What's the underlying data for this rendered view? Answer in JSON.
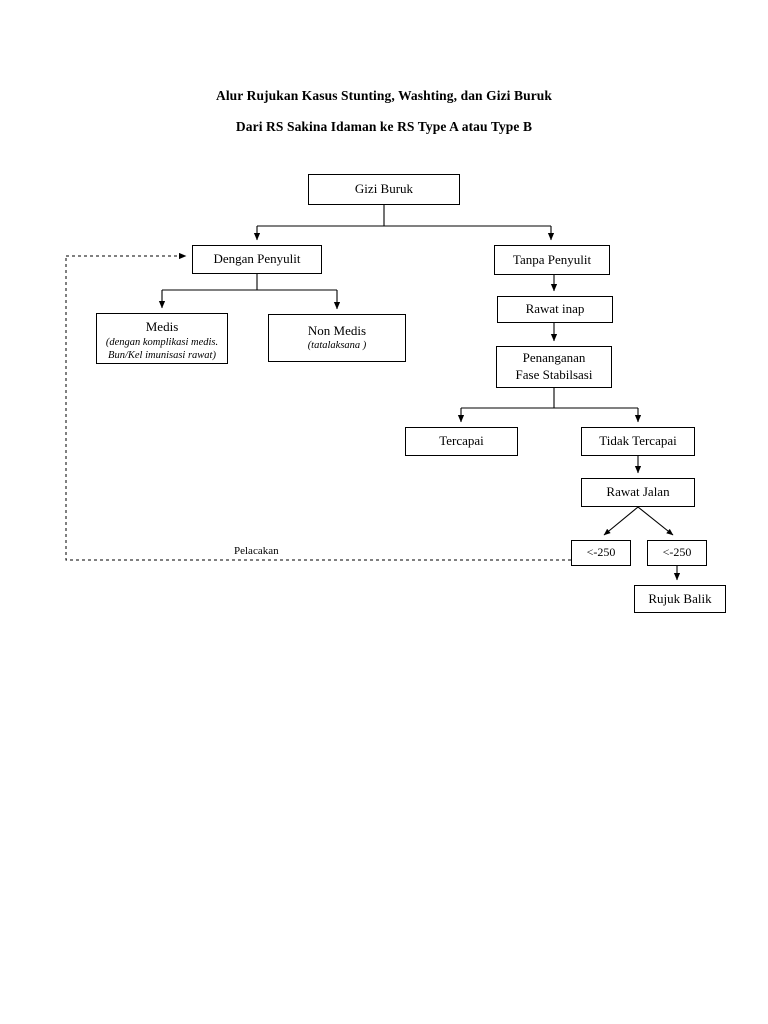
{
  "title": {
    "line1": "Alur Rujukan Kasus Stunting, Washting, dan Gizi Buruk",
    "line2": "Dari RS Sakina Idaman ke RS Type A atau Type B"
  },
  "nodes": {
    "gizi_buruk": {
      "label": "Gizi Buruk"
    },
    "dengan_penyulit": {
      "label": "Dengan Penyulit"
    },
    "tanpa_penyulit": {
      "label": "Tanpa Penyulit"
    },
    "medis": {
      "label": "Medis",
      "sub1": "(dengan komplikasi medis.",
      "sub2": "Bun/Kel imunisasi rawat)"
    },
    "non_medis": {
      "label": "Non Medis",
      "sub": "(tatalaksana )"
    },
    "rawat_inap": {
      "label": "Rawat inap"
    },
    "penanganan": {
      "line1": "Penanganan",
      "line2": "Fase Stabilsasi"
    },
    "tercapai": {
      "label": "Tercapai"
    },
    "tidak_tercapai": {
      "label": "Tidak Tercapai"
    },
    "rawat_jalan": {
      "label": "Rawat Jalan"
    },
    "kurang_250_a": {
      "label": "<-250"
    },
    "kurang_250_b": {
      "label": "<-250"
    },
    "rujuk_balik": {
      "label": "Rujuk Balik"
    }
  },
  "edges": {
    "pelacakan_label": "Pelacakan"
  },
  "colors": {
    "stroke": "#000000",
    "background": "#ffffff",
    "text": "#000000"
  },
  "chart_data": {
    "type": "table",
    "title": "Alur Rujukan Kasus Stunting, Washting, dan Gizi Buruk",
    "flow": [
      {
        "from": "Gizi Buruk",
        "to": "Dengan Penyulit",
        "style": "solid"
      },
      {
        "from": "Gizi Buruk",
        "to": "Tanpa Penyulit",
        "style": "solid"
      },
      {
        "from": "Dengan Penyulit",
        "to": "Medis",
        "style": "solid"
      },
      {
        "from": "Dengan Penyulit",
        "to": "Non Medis",
        "style": "solid"
      },
      {
        "from": "Tanpa Penyulit",
        "to": "Rawat inap",
        "style": "solid"
      },
      {
        "from": "Rawat inap",
        "to": "Penanganan Fase Stabilsasi",
        "style": "solid"
      },
      {
        "from": "Penanganan Fase Stabilsasi",
        "to": "Tercapai",
        "style": "solid"
      },
      {
        "from": "Penanganan Fase Stabilsasi",
        "to": "Tidak Tercapai",
        "style": "solid"
      },
      {
        "from": "Tidak Tercapai",
        "to": "Rawat Jalan",
        "style": "solid"
      },
      {
        "from": "Rawat Jalan",
        "to": "<-250",
        "style": "solid"
      },
      {
        "from": "Rawat Jalan",
        "to": "<-250",
        "style": "solid"
      },
      {
        "from": "<-250",
        "to": "Rujuk Balik",
        "style": "solid"
      },
      {
        "from": "<-250",
        "to": "Dengan Penyulit",
        "style": "dashed",
        "label": "Pelacakan"
      }
    ]
  }
}
